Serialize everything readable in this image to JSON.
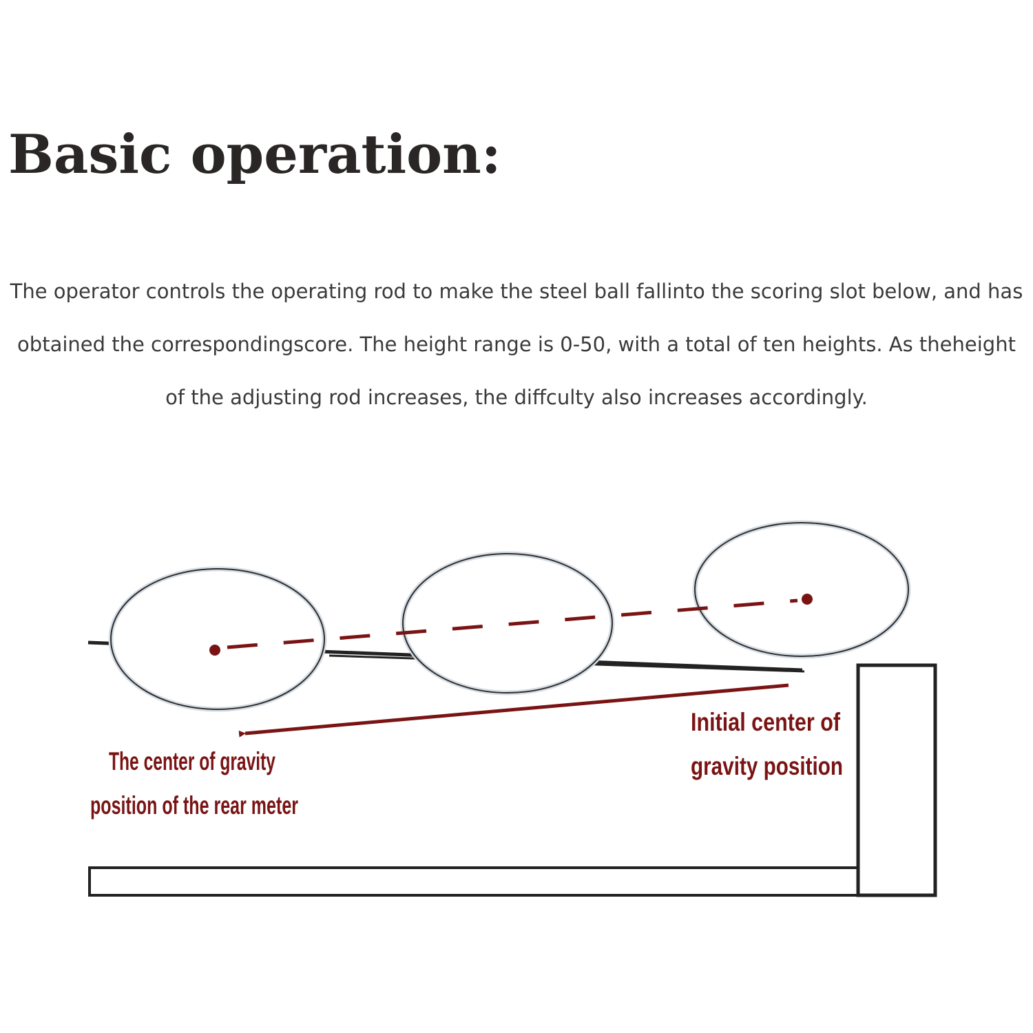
{
  "title": "Basic operation:",
  "description": {
    "lines": [
      "The operator controls the operating rod to make the steel ball fallinto the scoring slot below, and has",
      "obtained the correspondingscore. The height range is 0-50, with a total of ten heights. As theheight",
      "of the adjusting rod increases, the diffculty also increases accordingly."
    ]
  },
  "diagram": {
    "rear_label": {
      "line1": "The center of gravity",
      "line2": "position of the rear meter"
    },
    "initial_label": {
      "line1": "Initial center of",
      "line2": "gravity position"
    },
    "colors": {
      "annotation": "#7a1414",
      "outline": "#222222",
      "ball_edge": "#2c2c2c"
    }
  }
}
